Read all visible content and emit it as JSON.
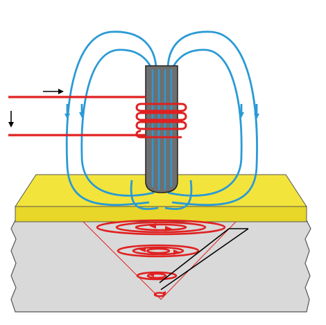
{
  "diagram": {
    "colors": {
      "background": "#ffffff",
      "yellow_layer": "#f3e43b",
      "yellow_side": "#e8d628",
      "gray_block": "#d9d9d9",
      "gray_edge": "#555555",
      "probe_fill": "#6f6f6f",
      "field_lines": "#2a9ad6",
      "coil_and_eddy": "#e02020",
      "arrows": "#000000"
    },
    "parts": [
      "probe-rod",
      "coil-winding",
      "lead-wires",
      "magnetic-field-loops",
      "conductive-layer",
      "base-material",
      "eddy-current-cone"
    ]
  }
}
